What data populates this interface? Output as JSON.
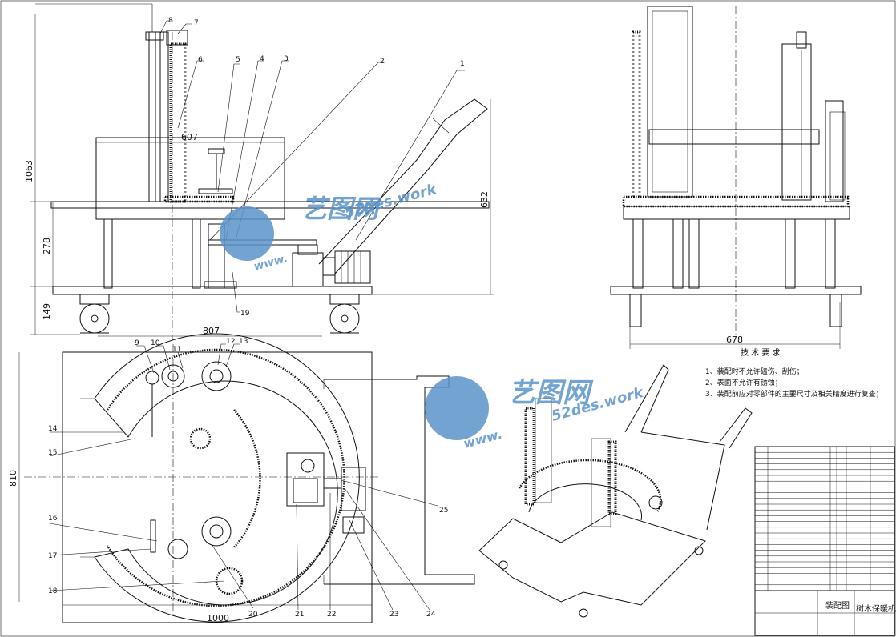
{
  "dimensions": {
    "d1063": "1063",
    "d278": "278",
    "d149": "149",
    "d607": "607",
    "d632": "632",
    "d807": "807",
    "d810": "810",
    "d1000": "1000",
    "d678": "678"
  },
  "front_callouts": [
    "1",
    "2",
    "3",
    "4",
    "5",
    "6",
    "7",
    "8",
    "19"
  ],
  "plan_callouts": [
    "9",
    "10",
    "11",
    "12",
    "13",
    "14",
    "15",
    "16",
    "17",
    "18",
    "20",
    "21",
    "22",
    "23",
    "24",
    "25"
  ],
  "tech_requirements": {
    "title": "技 术 要 求",
    "items": [
      "1、装配时不允许磕伤、刮伤；",
      "2、表面不允许有锈蚀；",
      "3、装配前应对零部件的主要尺寸及相关精度进行复查；"
    ]
  },
  "title_block": {
    "drawing_name": "装配图",
    "product_name": "树木保暖机"
  },
  "watermark": {
    "brand": "艺图网",
    "url": "52des.work",
    "url_prefix": "www."
  }
}
